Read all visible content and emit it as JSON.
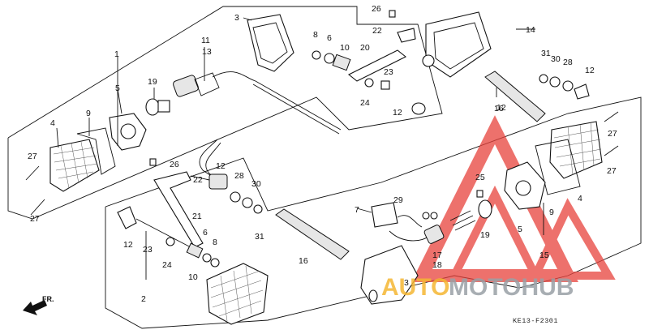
{
  "diagram_code": "KE13-F2301",
  "direction_label": "FR.",
  "watermark": {
    "part1": "AUTO",
    "part2": "MOTOHUB",
    "color_primary": "#e8423c",
    "color_secondary": "#f5b733",
    "color_text": "#9aa0a6"
  },
  "labels": [
    "1",
    "2",
    "3",
    "3",
    "4",
    "4",
    "5",
    "5",
    "6",
    "6",
    "7",
    "8",
    "8",
    "9",
    "9",
    "10",
    "10",
    "11",
    "12",
    "12",
    "12",
    "12",
    "12",
    "13",
    "14",
    "15",
    "16",
    "16",
    "17",
    "18",
    "19",
    "19",
    "20",
    "21",
    "22",
    "22",
    "23",
    "23",
    "24",
    "24",
    "25",
    "26",
    "26",
    "27",
    "27",
    "27",
    "27",
    "28",
    "28",
    "29",
    "30",
    "30",
    "31",
    "31"
  ]
}
